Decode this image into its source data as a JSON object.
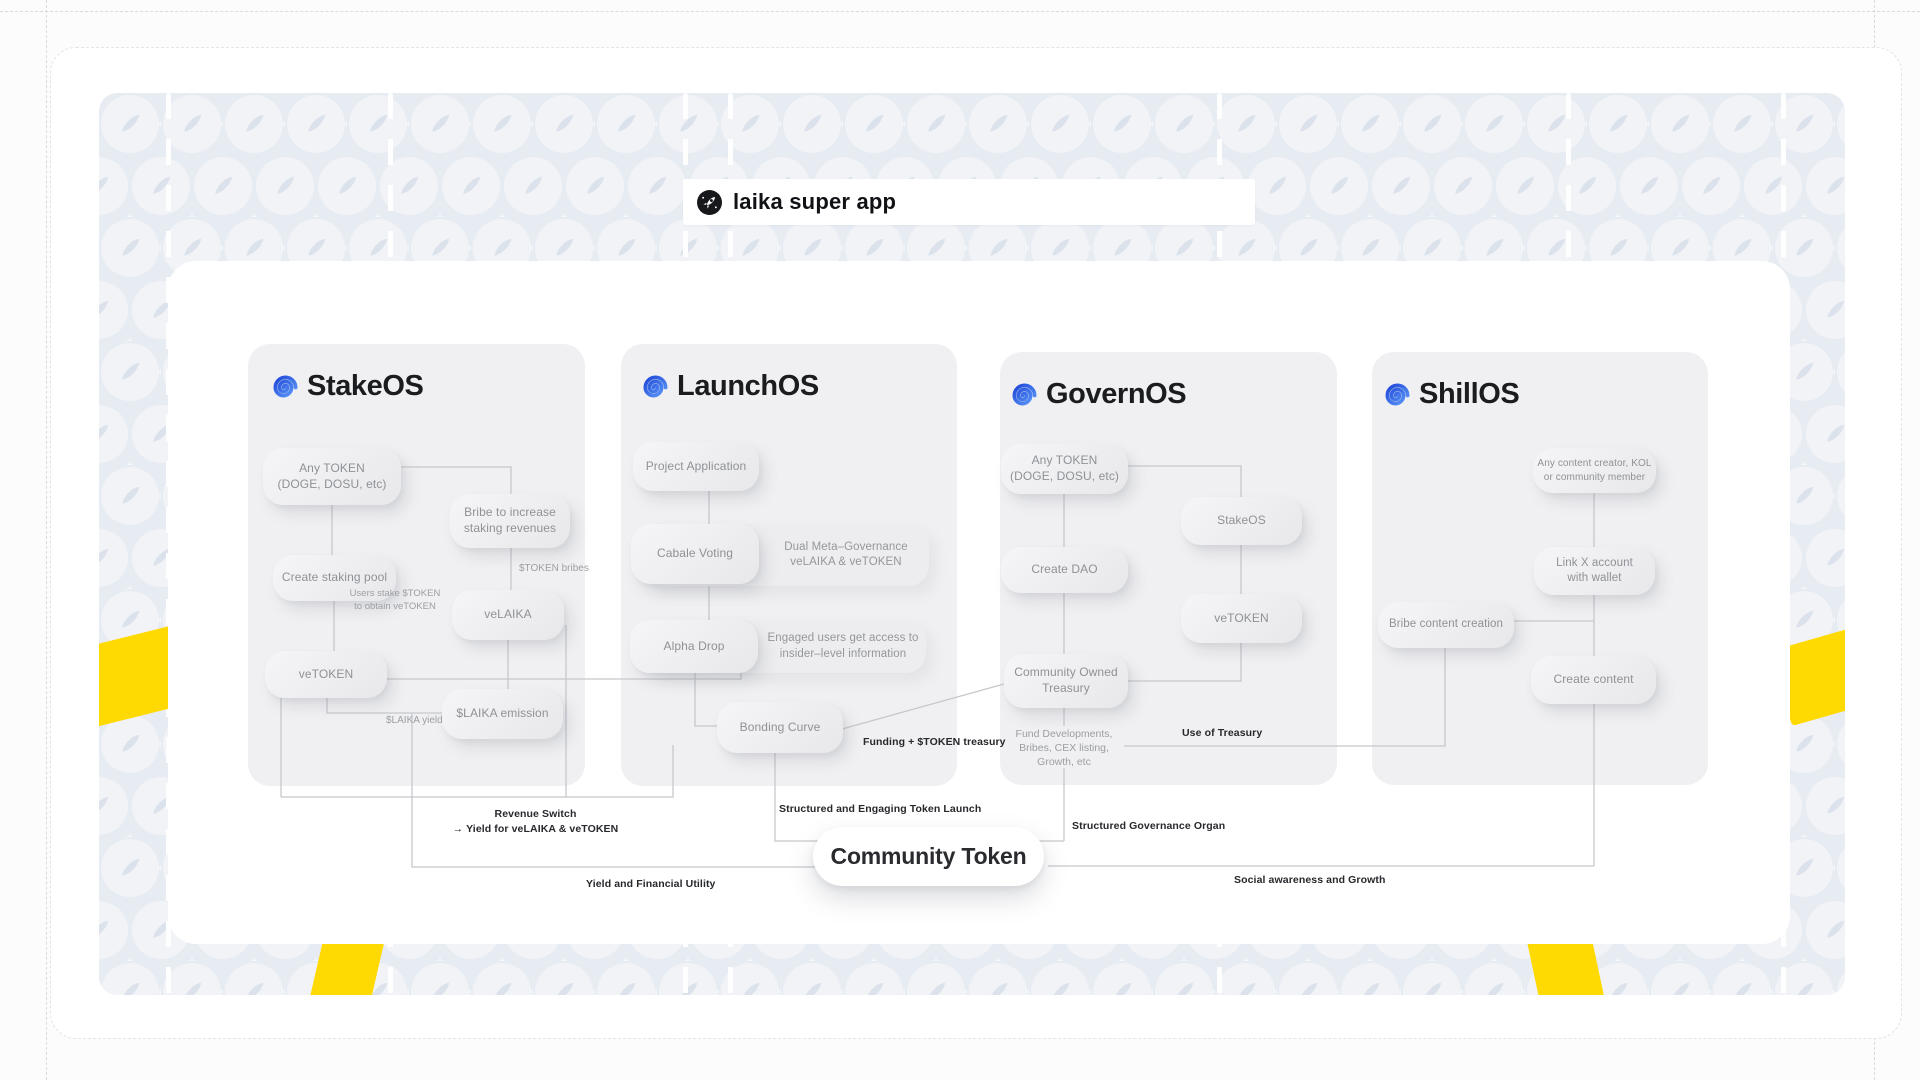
{
  "banner": {
    "label": "laika super app",
    "icon": "rocket-badge"
  },
  "columns": [
    {
      "title": "StakeOS",
      "nodes": {
        "any_token": "Any TOKEN\n(DOGE, DOSU, etc)",
        "bribe": "Bribe to increase\nstaking revenues",
        "create_pool": "Create staking pool",
        "velaika": "veLAIKA",
        "vetoken": "veTOKEN",
        "emission": "$LAIKA emission"
      },
      "labels": {
        "token_bribes": "$TOKEN bribes",
        "users_stake": "Users stake $TOKEN\nto obtain veTOKEN",
        "laika_yield": "$LAIKA yield"
      }
    },
    {
      "title": "LaunchOS",
      "nodes": {
        "project": "Project Application",
        "cabale": "Cabale Voting",
        "dual_meta": "Dual Meta–Governance\nveLAIKA & veTOKEN",
        "alpha": "Alpha Drop",
        "engaged": "Engaged users get access to\ninsider–level information",
        "bonding": "Bonding Curve"
      }
    },
    {
      "title": "GovernOS",
      "nodes": {
        "any_token": "Any TOKEN\n(DOGE, DOSU, etc)",
        "stakeos": "StakeOS",
        "create_dao": "Create DAO",
        "vetoken": "veTOKEN",
        "treasury": "Community Owned\nTreasury"
      },
      "labels": {
        "fund_dev": "Fund Developments,\nBribes, CEX listing,\nGrowth, etc"
      }
    },
    {
      "title": "ShillOS",
      "nodes": {
        "any_creator": "Any content creator, KOL\nor community member",
        "link_x": "Link X account\nwith wallet",
        "bribe_content": "Bribe content creation",
        "create_content": "Create content"
      }
    }
  ],
  "flow_labels": {
    "revenue_switch": "Revenue Switch\n→ Yield for veLAIKA & veTOKEN",
    "structured_launch": "Structured and Engaging Token Launch",
    "funding_treasury": "Funding + $TOKEN treasury",
    "use_of_treasury": "Use of Treasury",
    "structured_governance": "Structured Governance Organ",
    "yield_utility": "Yield and Financial Utility",
    "social_awareness": "Social awareness and Growth"
  },
  "community_token": {
    "label": "Community Token"
  },
  "colors": {
    "accent_blue": "#2e5ff2",
    "highway_yellow": "#ffd902",
    "panel_blue": "#e7ebf2"
  }
}
